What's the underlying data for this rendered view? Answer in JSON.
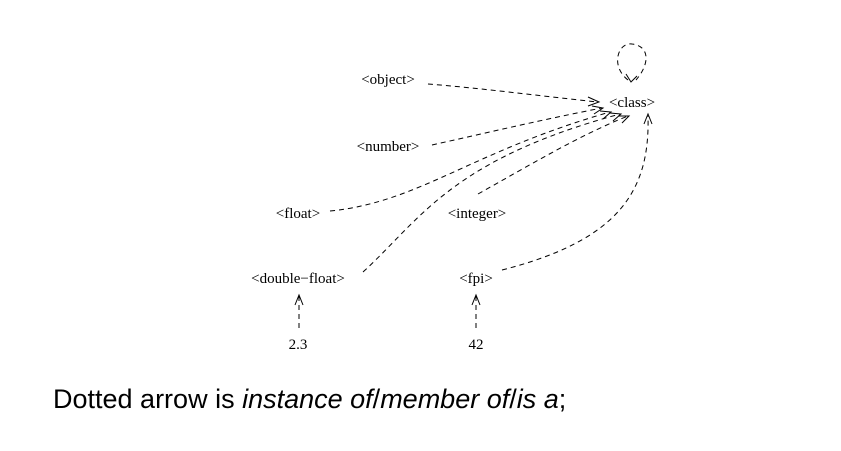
{
  "diagram": {
    "nodes": {
      "class": "<class>",
      "object": "<object>",
      "number": "<number>",
      "float": "<float>",
      "integer": "<integer>",
      "double_float": "<double−float>",
      "fpi": "<fpi>",
      "value_2_3": "2.3",
      "value_42": "42"
    },
    "edges": [
      {
        "from": "object",
        "to": "class"
      },
      {
        "from": "number",
        "to": "class"
      },
      {
        "from": "float",
        "to": "class"
      },
      {
        "from": "double_float",
        "to": "class"
      },
      {
        "from": "integer",
        "to": "class"
      },
      {
        "from": "fpi",
        "to": "class"
      },
      {
        "from": "class",
        "to": "class"
      },
      {
        "from": "value_2_3",
        "to": "double_float"
      },
      {
        "from": "value_42",
        "to": "fpi"
      }
    ]
  },
  "caption": {
    "part1": "Dotted arrow is ",
    "instance_of": "instance of",
    "slash1": "/",
    "member_of": "member of",
    "slash2": "/",
    "is_a": "is a",
    "end": ";"
  }
}
